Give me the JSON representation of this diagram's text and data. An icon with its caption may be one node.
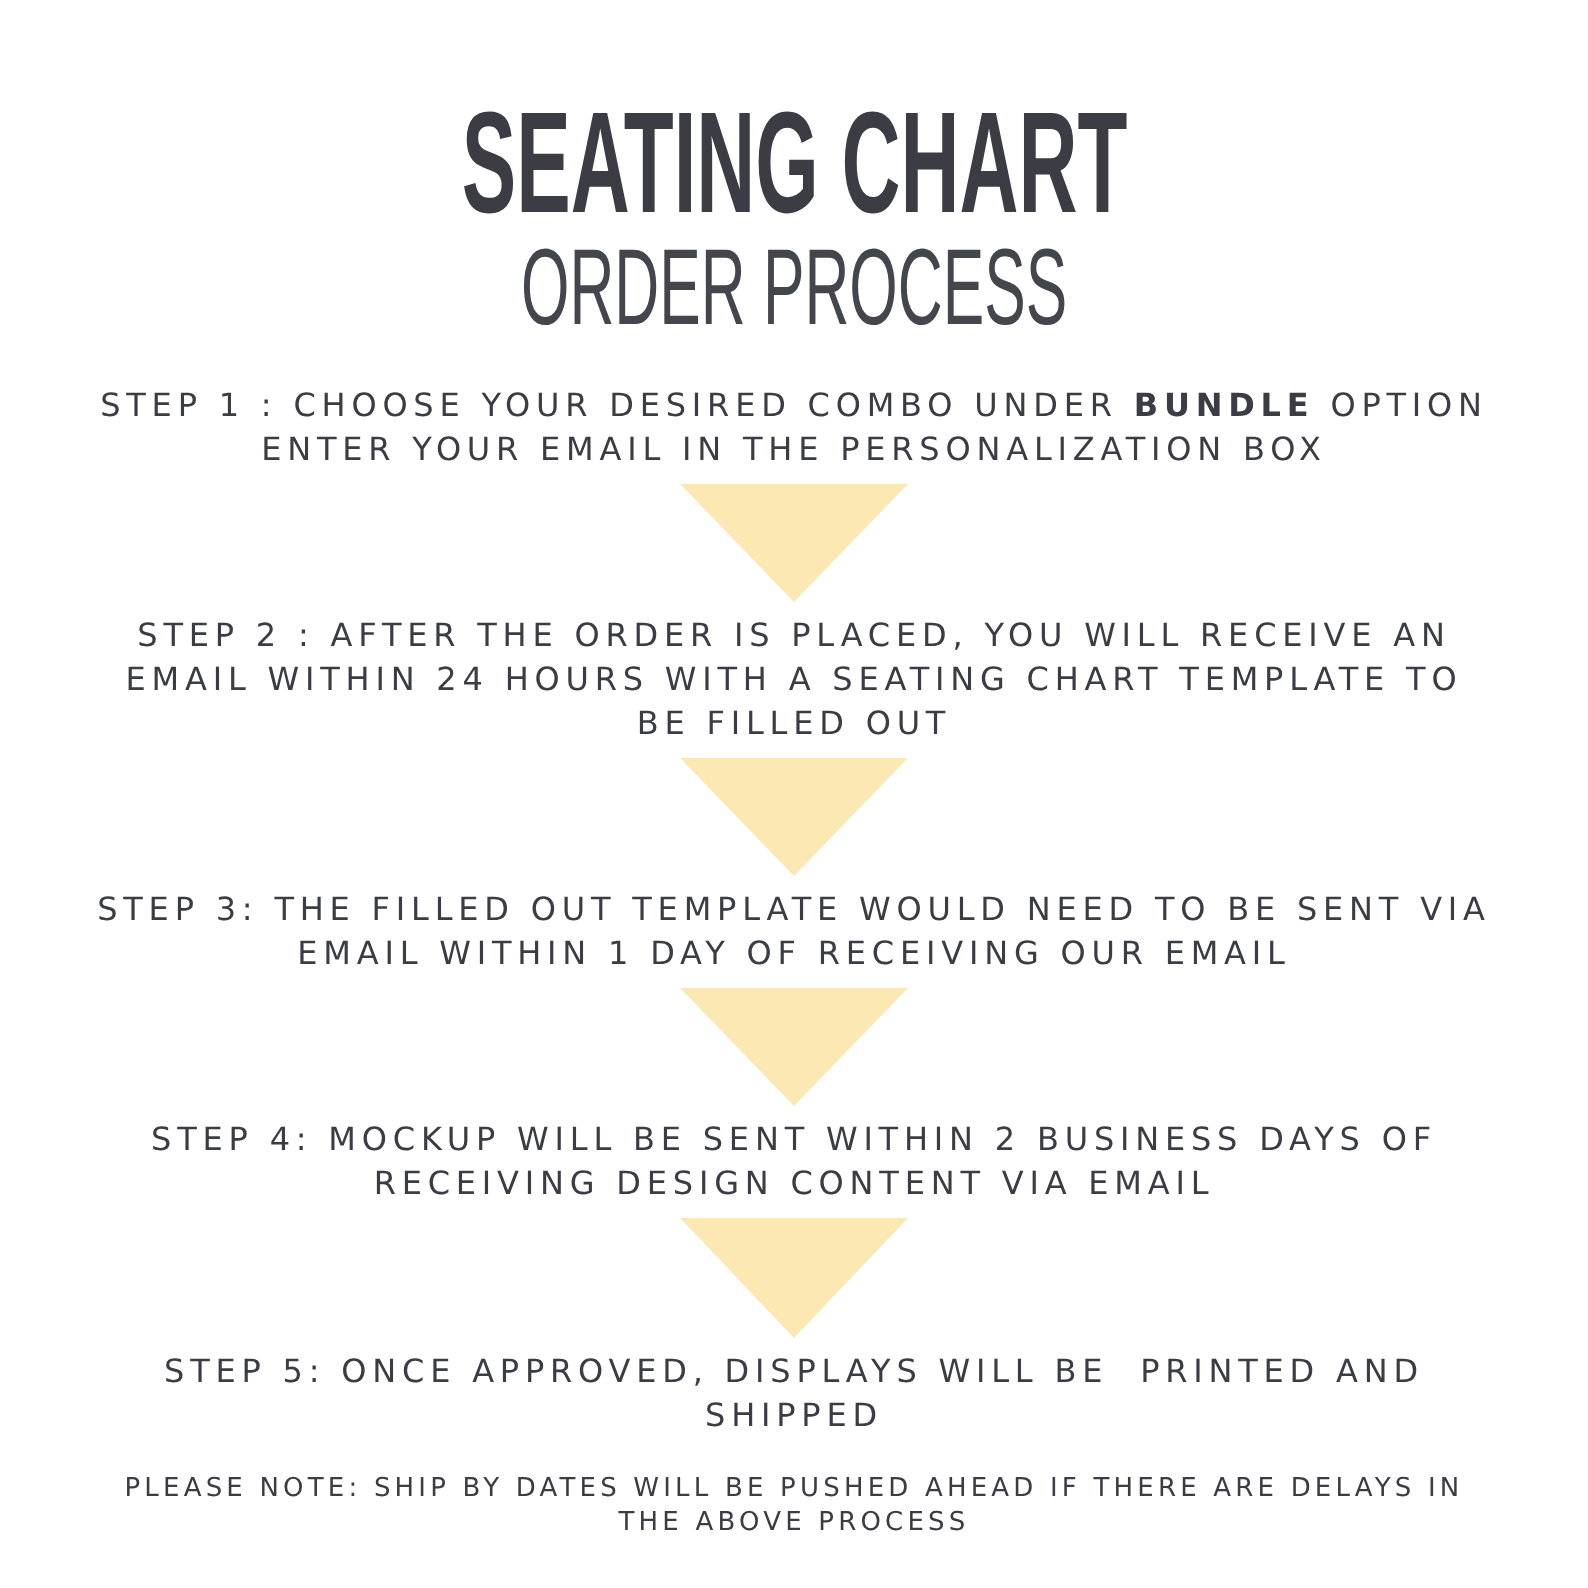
{
  "diagram": {
    "title": "SEATING CHART",
    "nodes": [
      {
        "text": [
          "STEP 1 : CHOOSE YOUR DESIRED COMBO UNDER **BUNDLE** OPTION ENTER YOUR EMAIL IN THE PERSONALIZATION BOX"
        ]
      },
      {
        "text": [
          "STEP 2 : AFTER THE ORDER IS PLACED, YOU WILL RECEIVE AN EMAIL WITHIN 24 HOURS WITH A SEATING CHART TEMPLATE TO BE FILLED OUT"
        ]
      },
      {
        "text": [
          "STEP 3: THE FILLED OUT TEMPLATE WOULD NEED TO BE SENT VIA EMAIL WITHIN 1 DAY OF RECEIVING OUR EMAIL"
        ]
      },
      {
        "text": [
          "STEP 4: MOCKUP WILL BE SENT WITHIN 2 BUSINESS DAYS OF RECEIVING DESIGN CONTENT VIA EMAIL"
        ]
      },
      {
        "text": [
          "STEP 5: ONCE APPROVED, DISPLAYS WILL BE  PRINTED AND SHIPPED"
        ]
      }
    ],
    "edges": [
      {
        "from": 0,
        "to": 1,
        "arrow": "to"
      },
      {
        "from": 1,
        "to": 2,
        "arrow": "to"
      },
      {
        "from": 2,
        "to": 3,
        "arrow": "to"
      },
      {
        "from": 3,
        "to": 4,
        "arrow": "to"
      }
    ],
    "labels": [
      "ORDER PROCESS",
      "PLEASE NOTE: SHIP BY DATES WILL BE PUSHED AHEAD IF THERE ARE DELAYS IN THE ABOVE PROCESS"
    ]
  }
}
